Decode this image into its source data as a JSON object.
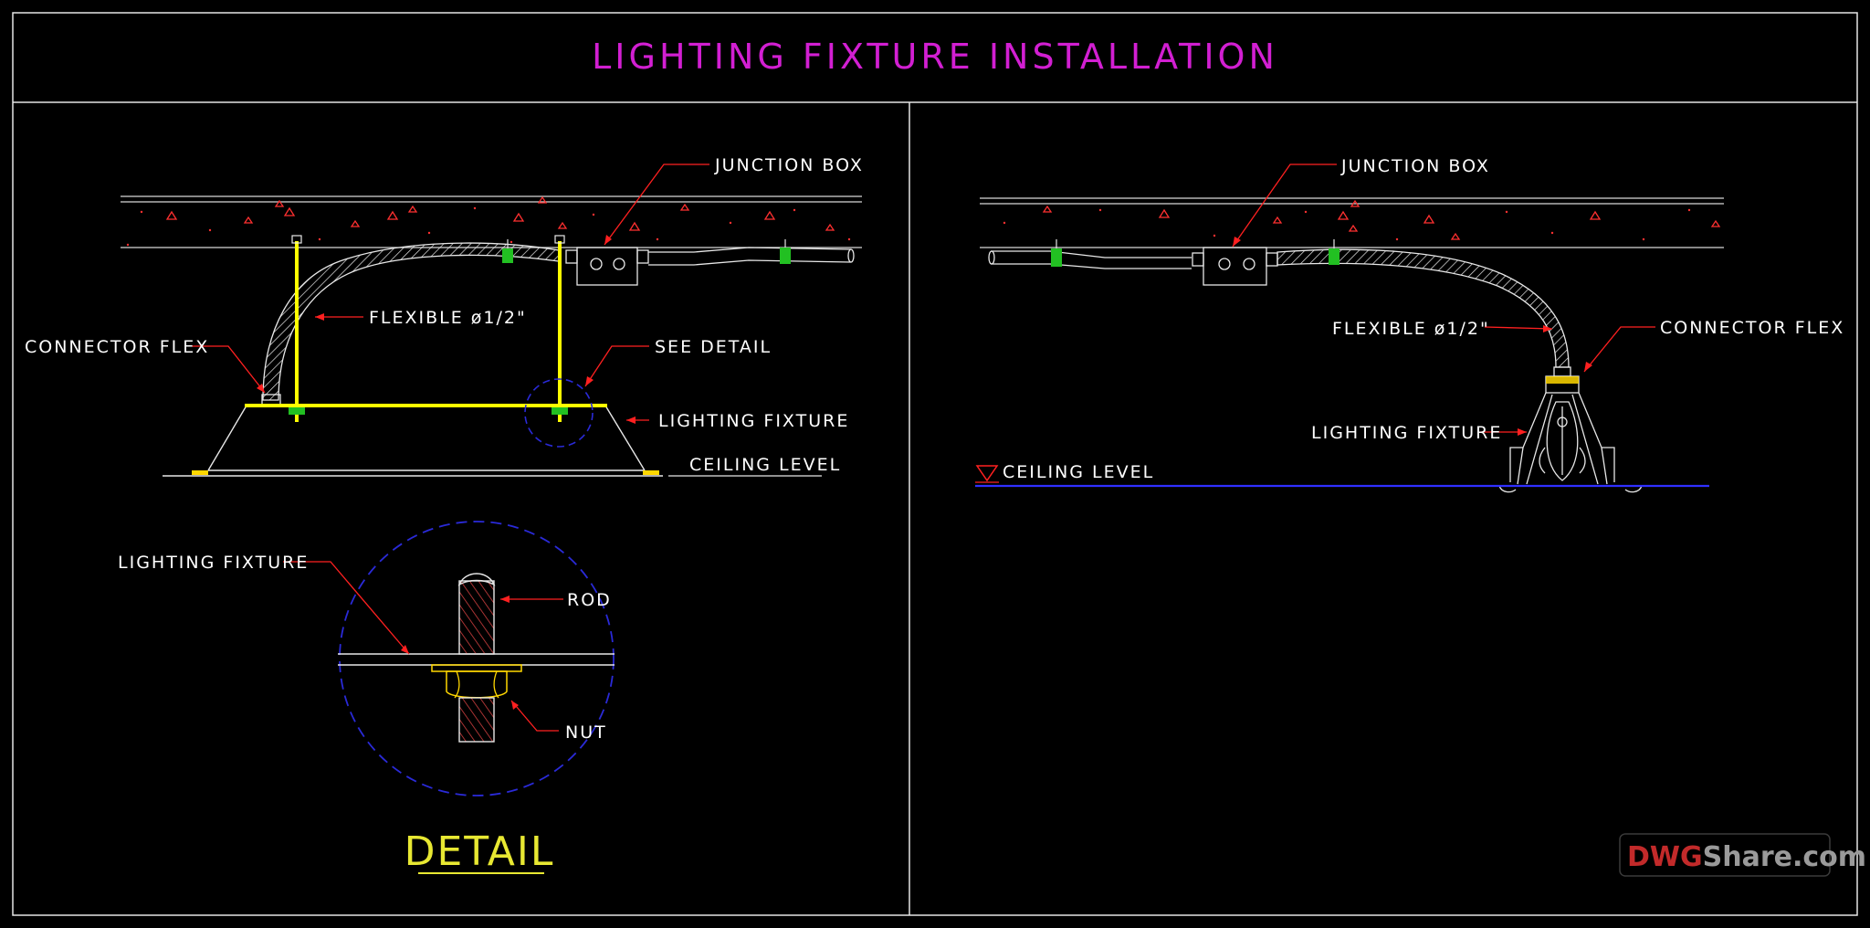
{
  "title": "LIGHTING  FIXTURE  INSTALLATION",
  "left_view": {
    "junction_box": "JUNCTION  BOX",
    "flexible": "FLEXIBLE  ø1/2\"",
    "connector_flex": "CONNECTOR  FLEX",
    "see_detail": "SEE  DETAIL",
    "lighting_fixture": "LIGHTING  FIXTURE",
    "ceiling_level": "CEILING  LEVEL"
  },
  "detail_view": {
    "lighting_fixture": "LIGHTING  FIXTURE",
    "rod": "ROD",
    "nut": "NUT",
    "caption": "DETAIL"
  },
  "right_view": {
    "junction_box": "JUNCTION  BOX",
    "flexible": "FLEXIBLE  ø1/2\"",
    "connector_flex": "CONNECTOR  FLEX",
    "lighting_fixture": "LIGHTING  FIXTURE",
    "ceiling_level": "CEILING  LEVEL"
  },
  "watermark": {
    "part1": "DWG",
    "part2": "Share.com"
  },
  "colors": {
    "background": "#000000",
    "frame": "#e6e6e6",
    "title": "#d21fd2",
    "leader": "#ff2020",
    "rod": "#ffff00",
    "clip": "#22c022",
    "ceiling_line": "#2f2fff",
    "detail_circle": "#2a2ad8"
  }
}
